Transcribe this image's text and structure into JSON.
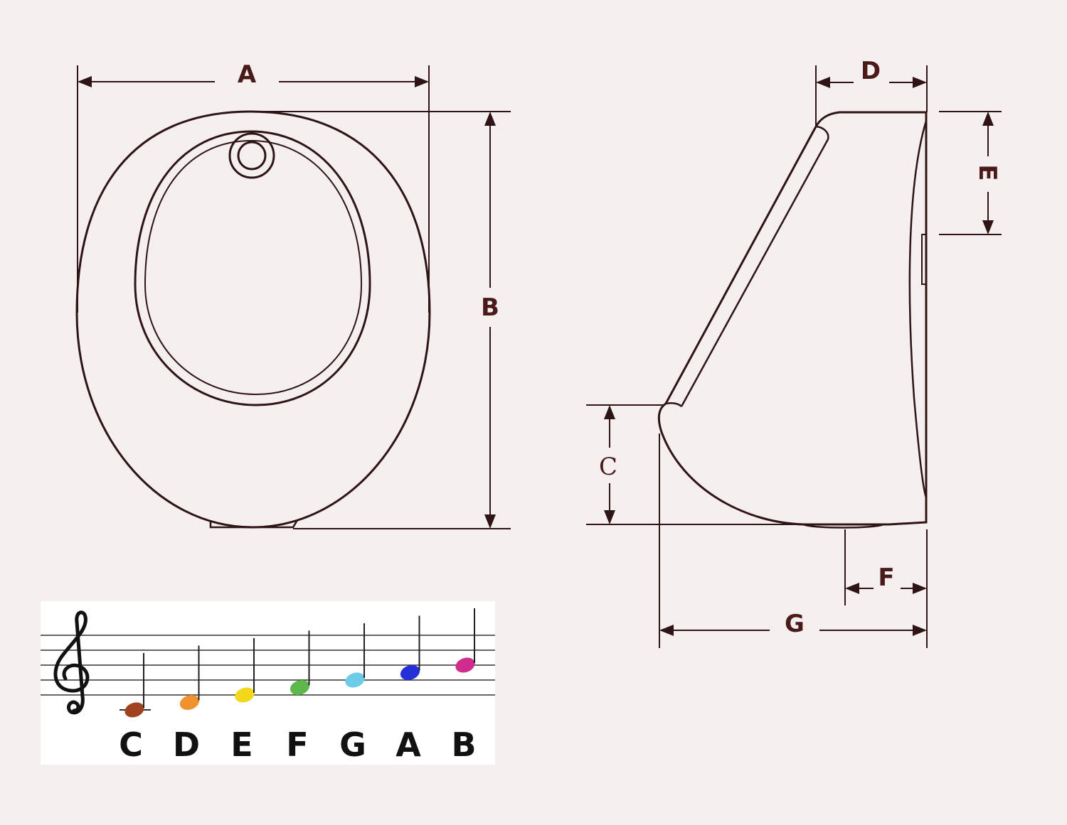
{
  "colors": {
    "background": "#f5efef",
    "line": "#2e1414",
    "dimension_label": "#4a1a1a",
    "staff_panel": "#ffffff",
    "staff_line": "#333333"
  },
  "front_view": {
    "dimensions": {
      "width": "A",
      "height": "B"
    }
  },
  "side_view": {
    "dimensions": {
      "bowl_lip_height": "C",
      "top_depth": "D",
      "inlet_height": "E",
      "outlet_offset": "F",
      "overall_depth": "G"
    }
  },
  "music_staff": {
    "clef_icon": "treble-clef-icon",
    "notes": [
      {
        "letter": "C",
        "color": "#a0421f"
      },
      {
        "letter": "D",
        "color": "#f0922e"
      },
      {
        "letter": "E",
        "color": "#f1d81b"
      },
      {
        "letter": "F",
        "color": "#5cb84a"
      },
      {
        "letter": "G",
        "color": "#6ccbe6"
      },
      {
        "letter": "A",
        "color": "#2330d8"
      },
      {
        "letter": "B",
        "color": "#d12b8e"
      }
    ]
  }
}
